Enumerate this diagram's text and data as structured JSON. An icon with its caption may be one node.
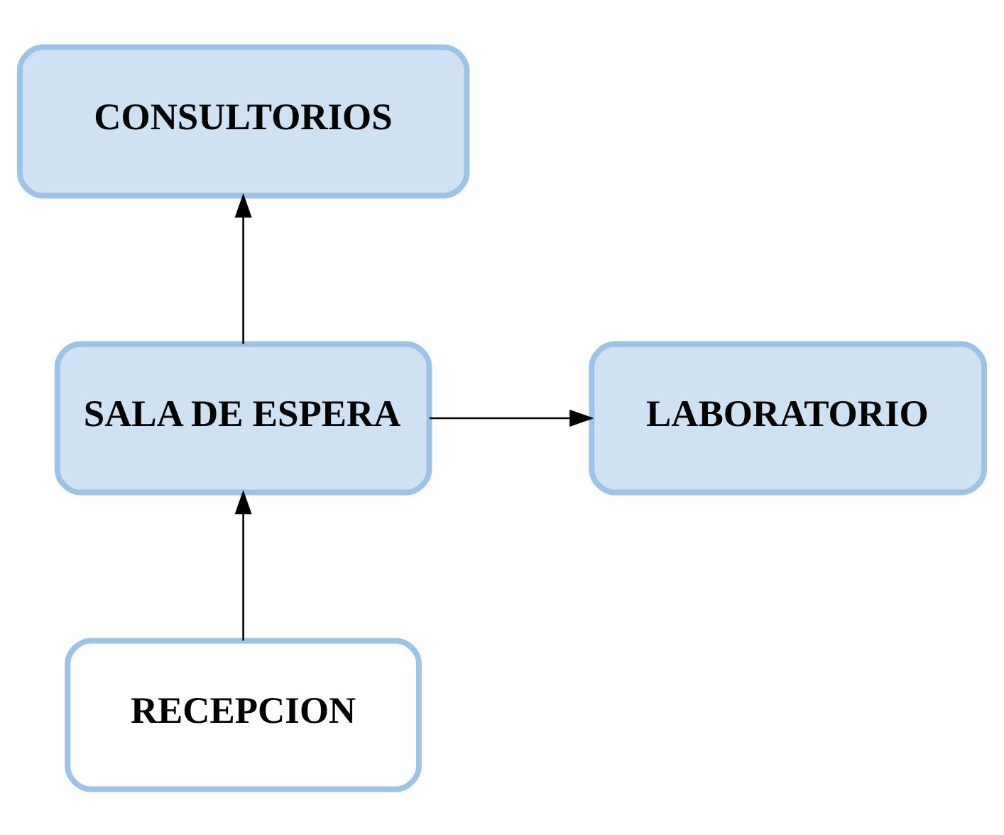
{
  "diagram": {
    "nodes": [
      {
        "text": [
          "CONSULTORIOS"
        ]
      },
      {
        "text": [
          "SALA DE ESPERA"
        ]
      },
      {
        "text": [
          "LABORATORIO"
        ]
      },
      {
        "text": [
          "RECEPCION"
        ]
      }
    ],
    "edges": [
      {
        "from": 1,
        "to": 0,
        "arrow": "to"
      },
      {
        "from": 1,
        "to": 2,
        "arrow": "to"
      },
      {
        "from": 3,
        "to": 1,
        "arrow": "to"
      }
    ]
  }
}
